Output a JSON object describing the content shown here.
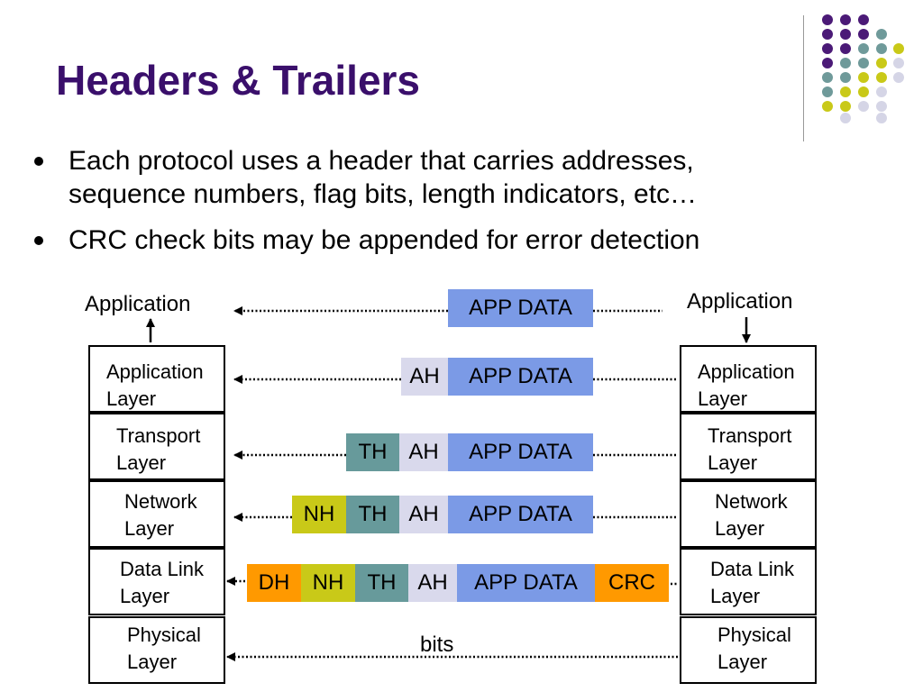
{
  "slide": {
    "title": "Headers & Trailers",
    "bullets": [
      "Each protocol uses a header that carries addresses,\nsequence numbers, flag bits, length indicators, etc…",
      "CRC check bits may be appended for error detection"
    ]
  },
  "colors": {
    "title": "#3a0f6b",
    "app_data": "#7b9ae6",
    "ah": "#d9d9ec",
    "th": "#679a9b",
    "nh": "#c9c918",
    "dh": "#ff9900",
    "crc": "#ff9900"
  },
  "diagram": {
    "left_app_label": "Application",
    "right_app_label": "Application",
    "left_layers": [
      "Application\nLayer",
      "Transport\nLayer",
      "Network\nLayer",
      "Data Link\nLayer",
      "Physical\nLayer"
    ],
    "right_layers": [
      "Application\nLayer",
      "Transport\nLayer",
      "Network\nLayer",
      "Data Link\nLayer",
      "Physical\nLayer"
    ],
    "rows": [
      {
        "segments": [
          "APP DATA"
        ]
      },
      {
        "segments": [
          "AH",
          "APP DATA"
        ]
      },
      {
        "segments": [
          "TH",
          "AH",
          "APP DATA"
        ]
      },
      {
        "segments": [
          "NH",
          "TH",
          "AH",
          "APP DATA"
        ]
      },
      {
        "segments": [
          "DH",
          "NH",
          "TH",
          "AH",
          "APP DATA",
          "CRC"
        ]
      }
    ],
    "bits_label": "bits"
  }
}
